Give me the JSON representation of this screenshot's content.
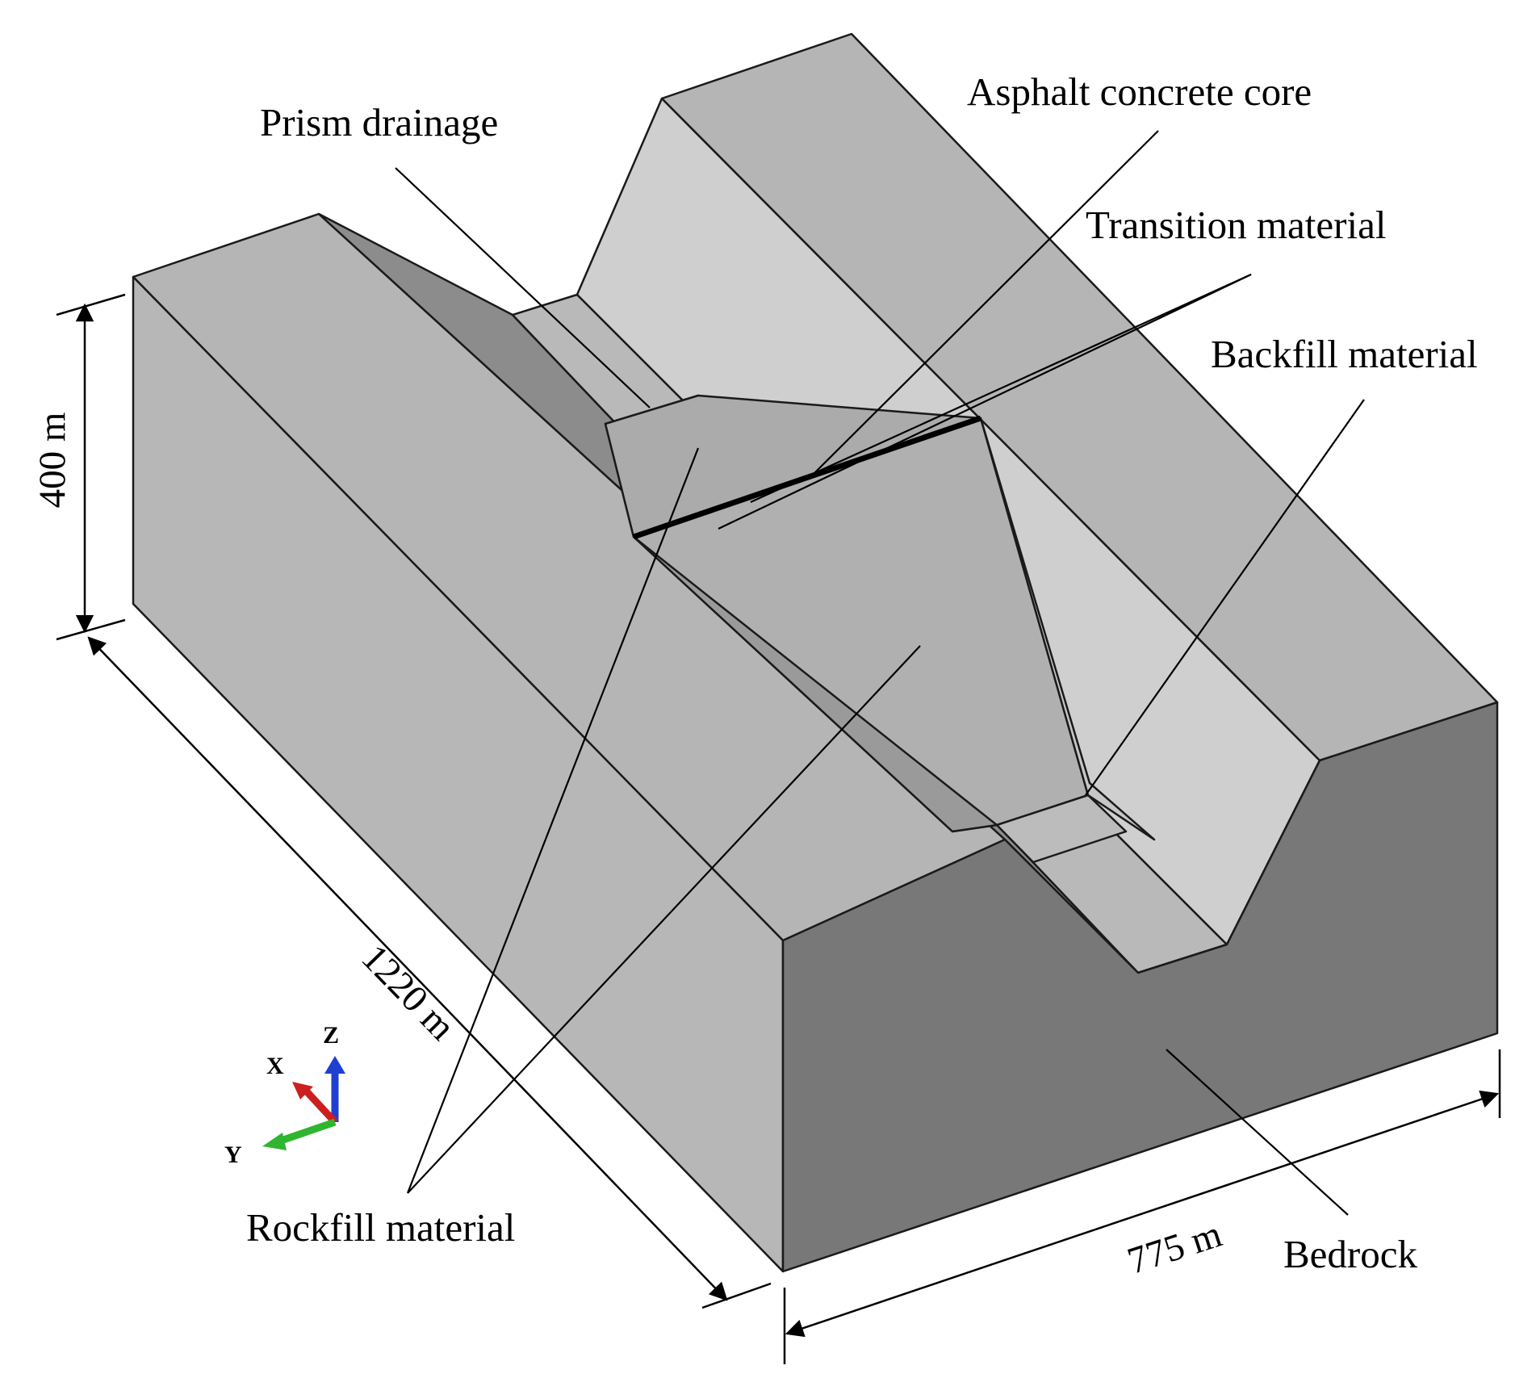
{
  "labels": {
    "prism_drainage": "Prism drainage",
    "asphalt_core": "Asphalt concrete core",
    "transition": "Transition material",
    "backfill": "Backfill material",
    "rockfill": "Rockfill material",
    "bedrock": "Bedrock"
  },
  "dimensions": {
    "height": "400 m",
    "length": "1220 m",
    "width": "775 m"
  },
  "axes": {
    "x": "X",
    "y": "Y",
    "z": "Z"
  },
  "colors": {
    "x_axis": "#cc1f1f",
    "y_axis": "#2fb52f",
    "z_axis": "#1f3fd0",
    "bedrock_front": "#787878",
    "faces_light": "#b5b5b5"
  }
}
